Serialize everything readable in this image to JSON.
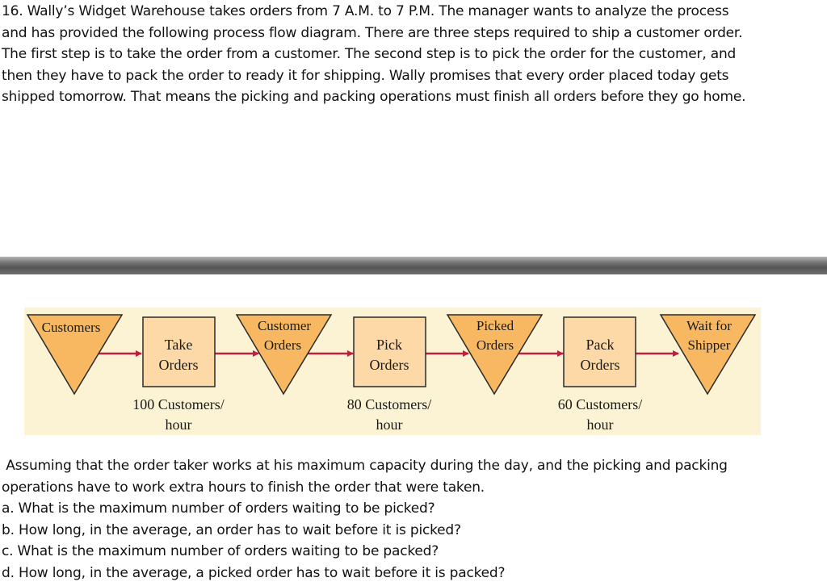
{
  "problem": {
    "intro_lines": [
      "16. Wally’s Widget Warehouse takes orders from 7 A.M. to 7 P.M. The manager wants to analyze the process",
      "and has provided the following process flow diagram. There are three steps required to ship a customer order.",
      "The first step is to take the order from a customer. The second step is to pick the order for the customer, and",
      "then they have to pack the order to ready it for shipping. Wally promises that every order placed today gets",
      "shipped tomorrow. That means the picking and packing operations must finish all orders before they go home."
    ],
    "question_lines": [
      " Assuming that the order taker works at his maximum capacity during the day, and the picking and packing",
      "operations have to work extra hours to finish the order that were taken.",
      "a. What is the maximum number of orders waiting to be picked?",
      "b. How long, in the average, an order has to wait before it is picked?",
      "c. What is the maximum number of orders waiting to be packed?",
      "d. How long, in the average, a picked order has to wait before it is packed?"
    ]
  },
  "diagram": {
    "colors": {
      "background": "#fbf3d3",
      "inventory_fill": "#f8b862",
      "process_fill": "#fdd9a8",
      "stroke": "#2a2a2a",
      "arrow": "#c02040"
    },
    "inventories": [
      {
        "line1": "Customers",
        "line2": ""
      },
      {
        "line1": "Customer",
        "line2": "Orders"
      },
      {
        "line1": "Picked",
        "line2": "Orders"
      },
      {
        "line1": "Wait for",
        "line2": "Shipper"
      }
    ],
    "processes": [
      {
        "line1": "Take",
        "line2": "Orders",
        "rate_line1": "100 Customers/",
        "rate_line2": "hour"
      },
      {
        "line1": "Pick",
        "line2": "Orders",
        "rate_line1": "80 Customers/",
        "rate_line2": "hour"
      },
      {
        "line1": "Pack",
        "line2": "Orders",
        "rate_line1": "60 Customers/",
        "rate_line2": "hour"
      }
    ]
  }
}
